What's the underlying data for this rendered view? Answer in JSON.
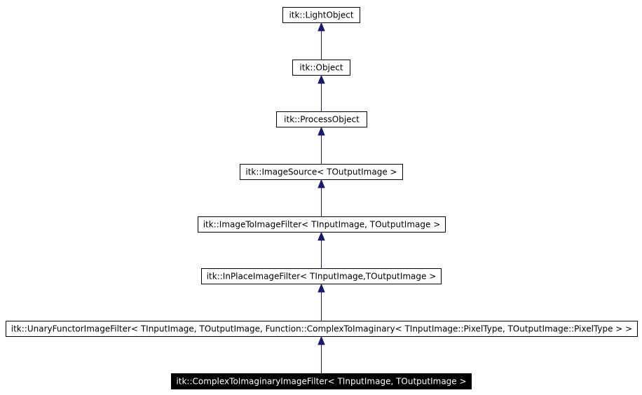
{
  "diagram": {
    "colors": {
      "edge": "#191970",
      "node_fill": "#ffffff",
      "node_border": "#000000",
      "current_fill": "#000000",
      "current_text": "#ffffff"
    },
    "nodes": [
      {
        "id": "light-object",
        "label": "itk::LightObject"
      },
      {
        "id": "object",
        "label": "itk::Object"
      },
      {
        "id": "process-object",
        "label": "itk::ProcessObject"
      },
      {
        "id": "image-source",
        "label": "itk::ImageSource< TOutputImage >"
      },
      {
        "id": "image-to-image-filter",
        "label": "itk::ImageToImageFilter< TInputImage, TOutputImage >"
      },
      {
        "id": "in-place-image-filter",
        "label": "itk::InPlaceImageFilter< TInputImage,TOutputImage >"
      },
      {
        "id": "unary-functor-image-filter",
        "label": "itk::UnaryFunctorImageFilter< TInputImage, TOutputImage, Function::ComplexToImaginary< TInputImage::PixelType, TOutputImage::PixelType > >"
      },
      {
        "id": "complex-to-imaginary-image-filter",
        "label": "itk::ComplexToImaginaryImageFilter< TInputImage, TOutputImage >",
        "current": true
      }
    ],
    "edges": [
      {
        "from": "object",
        "to": "light-object"
      },
      {
        "from": "process-object",
        "to": "object"
      },
      {
        "from": "image-source",
        "to": "process-object"
      },
      {
        "from": "image-to-image-filter",
        "to": "image-source"
      },
      {
        "from": "in-place-image-filter",
        "to": "image-to-image-filter"
      },
      {
        "from": "unary-functor-image-filter",
        "to": "in-place-image-filter"
      },
      {
        "from": "complex-to-imaginary-image-filter",
        "to": "unary-functor-image-filter"
      }
    ]
  }
}
